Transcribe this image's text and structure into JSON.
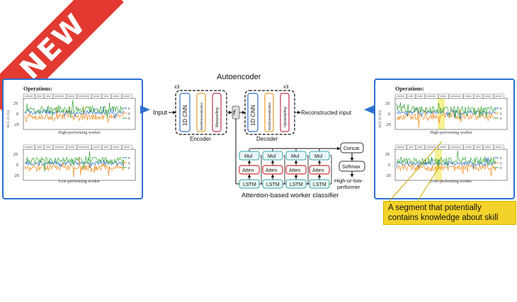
{
  "banner": {
    "label": "NEW"
  },
  "left_panel": {
    "operations_title": "Operations:",
    "top_chart": {
      "caption": "High-performing worker",
      "ylabel": "ACC (0.1G)",
      "yticks": [
        "25",
        "0",
        "-25"
      ],
      "legend": [
        "x",
        "y",
        "z"
      ]
    },
    "bottom_chart": {
      "caption": "Low-performing worker",
      "ylabel": "ACC (0.1G)",
      "yticks": [
        "25",
        "0",
        "-25"
      ],
      "legend": [
        "x",
        "y",
        "z"
      ]
    }
  },
  "right_panel": {
    "operations_title": "Operations:",
    "top_chart": {
      "caption": "High-performing worker",
      "ylabel": "ACC (0.1G)",
      "yticks": [
        "25",
        "0",
        "-25"
      ],
      "legend": [
        "x",
        "y",
        "z"
      ]
    },
    "bottom_chart": {
      "caption": "Low-performing worker",
      "ylabel": "ACC (0.1G)",
      "yticks": [
        "25",
        "0",
        "-25"
      ],
      "legend": [
        "x",
        "y",
        "z"
      ]
    }
  },
  "diagram": {
    "autoencoder_title": "Autoencoder",
    "input_label": "Input",
    "encoder": {
      "label": "Encoder",
      "repeat": "x3",
      "blocks": [
        "1D CNN",
        "BatchNormalization",
        "Maxpooling"
      ]
    },
    "decoder": {
      "label": "Decoder",
      "repeat": "x3",
      "blocks": [
        "1D CNN",
        "BatchNormalization",
        "Upsampling"
      ]
    },
    "latent_symbol": "f",
    "reconstructed_label": "Reconstructed input",
    "classifier": {
      "title": "Attention-based worker classifier",
      "mul_label": "Mul",
      "atten_label": "Atten",
      "lstm_label": "LSTM",
      "concat_label": "Concat.",
      "softmax_label": "Softmax",
      "output_label_line1": "High-or-low-",
      "output_label_line2": "performer"
    }
  },
  "callout": {
    "line1": "A segment that potentially",
    "line2": "contains knowledge about skill"
  },
  "colors": {
    "panel_border": "#2d6fd0",
    "banner": "#e23a30",
    "x_series": "#2a6fc9",
    "y_series": "#f08a1c",
    "z_series": "#3aa83a",
    "callout_bg": "#f3d32a",
    "cnn_border": "#2d6fd0",
    "norm_border": "#e89a2a",
    "pool_border": "#c0304a",
    "lstm_border": "#3aa6a6"
  }
}
